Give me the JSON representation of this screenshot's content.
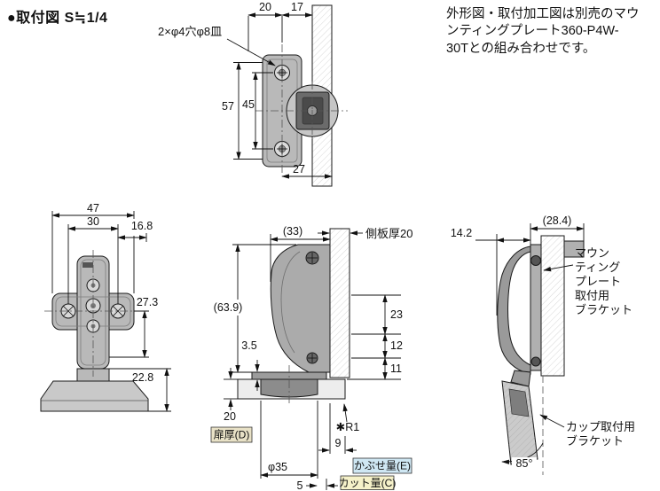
{
  "page": {
    "title": "●取付図 S≒1/4",
    "note": "外形図・取付加工図は別売のマウ\nンティングプレート360-P4W-\n30Tとの組み合わせです。"
  },
  "colors": {
    "door_label_bg": "#e8e1c6",
    "overlay_label_bg": "#cfe7f3",
    "cut_label_bg": "#f5f1c9"
  },
  "top_view": {
    "hole_note": "2×φ4穴φ8皿",
    "dim_20": "20",
    "dim_17": "17",
    "dim_57": "57",
    "dim_45": "45",
    "dim_27": "27"
  },
  "front_view": {
    "dim_47": "47",
    "dim_30": "30",
    "dim_16_8": "16.8",
    "dim_27_3": "27.3",
    "dim_22_8": "22.8"
  },
  "side_view": {
    "dim_33": "(33)",
    "panel_note": "側板厚20",
    "dim_63_9": "(63.9)",
    "dim_3_5": "3.5",
    "dim_23": "23",
    "dim_12": "12",
    "dim_11": "11",
    "dim_door_20": "20",
    "dim_9": "9",
    "dim_phi35": "φ35",
    "dim_5": "5",
    "r1_note": "✱R1",
    "door_label": "扉厚(D)",
    "overlay_label": "かぶせ量(E)",
    "cut_label": "カット量(C)"
  },
  "open_view": {
    "dim_14_2": "14.2",
    "dim_28_4": "(28.4)",
    "angle": "85°",
    "plate_label": [
      "マウン",
      "ティング",
      "プレート",
      "取付用",
      "ブラケット"
    ],
    "cup_label": [
      "カップ取付用",
      "ブラケット"
    ]
  }
}
